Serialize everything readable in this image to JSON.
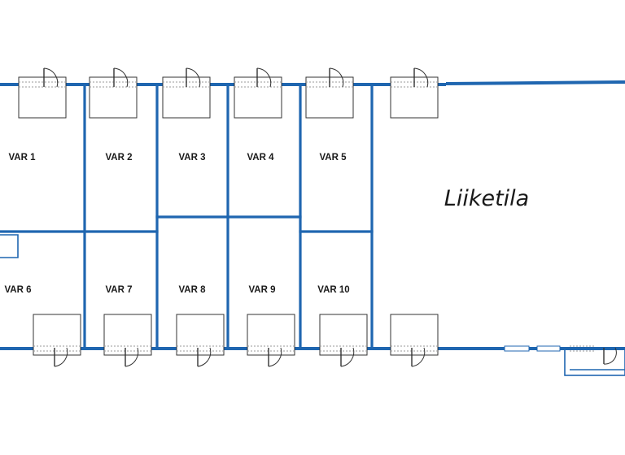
{
  "plan": {
    "rooms": [
      {
        "id": "var1",
        "label": "VAR 1"
      },
      {
        "id": "var2",
        "label": "VAR 2"
      },
      {
        "id": "var3",
        "label": "VAR 3"
      },
      {
        "id": "var4",
        "label": "VAR 4"
      },
      {
        "id": "var5",
        "label": "VAR 5"
      },
      {
        "id": "var6",
        "label": "VAR 6"
      },
      {
        "id": "var7",
        "label": "VAR 7"
      },
      {
        "id": "var8",
        "label": "VAR 8"
      },
      {
        "id": "var9",
        "label": "VAR 9"
      },
      {
        "id": "var10",
        "label": "VAR 10"
      }
    ],
    "business_space": {
      "label": "Liiketila"
    },
    "colors": {
      "wall": "#1f66b0",
      "fixture": "#333333",
      "background": "#ffffff"
    }
  }
}
